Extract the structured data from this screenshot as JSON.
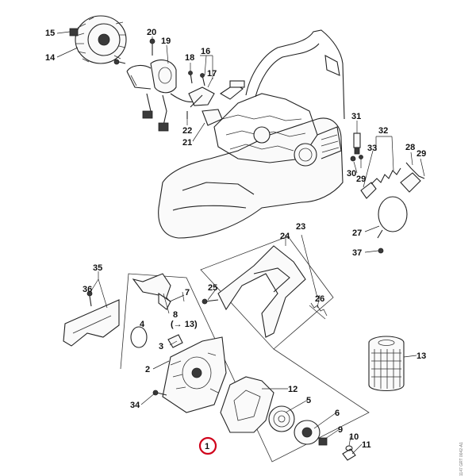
{
  "labels": {
    "n1": "1",
    "n2": "2",
    "n3": "3",
    "n4": "4",
    "n5": "5",
    "n6": "6",
    "n7": "7",
    "n8": "8",
    "n9": "9",
    "n10": "10",
    "n11": "11",
    "n12": "12",
    "n13": "13",
    "n14": "14",
    "n15": "15",
    "n16": "16",
    "n17": "17",
    "n18": "18",
    "n19": "19",
    "n20": "20",
    "n21": "21",
    "n22": "22",
    "n23": "23",
    "n24": "24",
    "n25": "25",
    "n26": "26",
    "n27": "27",
    "n28": "28",
    "n29a": "29",
    "n29b": "29",
    "n30": "30",
    "n31": "31",
    "n32": "32",
    "n33": "33",
    "n34": "34",
    "n35": "35",
    "n36": "36",
    "n37": "37"
  },
  "cross_reference": "(→ 13)",
  "document_id": "1147 GRT 0042-A1",
  "colors": {
    "highlight_circle": "#d0021b",
    "ink": "#222222"
  }
}
